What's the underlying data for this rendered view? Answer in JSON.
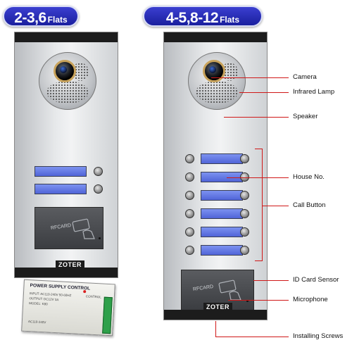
{
  "badges": {
    "left": {
      "main": "2-3,6",
      "suffix": "Flats"
    },
    "right": {
      "main": "4-5,8-12",
      "suffix": "Flats"
    }
  },
  "panels": {
    "left": {
      "rfid_text": "RFCARD",
      "logo": "ZOTER",
      "nameplate_count": 2
    },
    "right": {
      "rfid_text": "RFCARD",
      "logo": "ZOTER",
      "nameplate_count": 6
    }
  },
  "labels": {
    "camera": "Camera",
    "infrared": "Infrared Lamp",
    "speaker": "Speaker",
    "house_no": "House No.",
    "call_button": "Call Button",
    "id_card": "ID Card Sensor",
    "microphone": "Microphone",
    "screws": "Installing Screws"
  },
  "psu": {
    "title": "POWER SUPPLY CONTROL",
    "line1": "INPUT: AC110-240V  50-60HZ",
    "line2": "OUTPUT: DC12V  3A",
    "line3": "MODEL: K80",
    "line4": "AC110-240V",
    "control_label": "CONTROL"
  },
  "colors": {
    "badge": "#1a1f9e",
    "nameplate": "#6a7fe8",
    "callout": "#d01818",
    "terminal": "#2ea04a"
  }
}
